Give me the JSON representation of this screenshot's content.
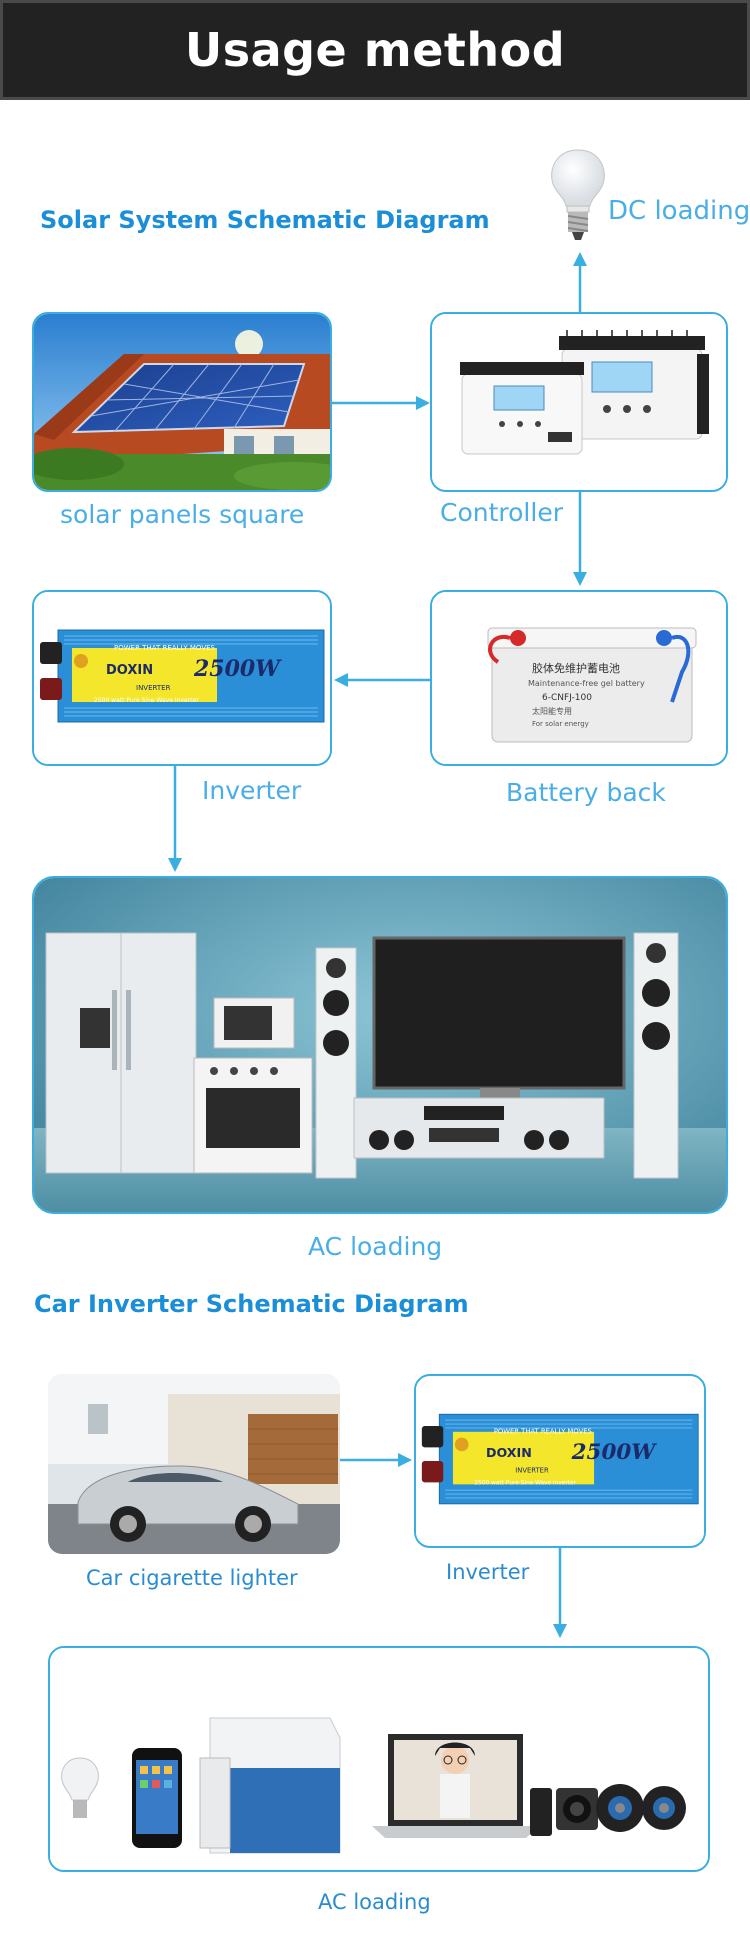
{
  "header": {
    "title": "Usage method"
  },
  "solar": {
    "title": "Solar System Schematic Diagram",
    "dc_loading": "DC loading",
    "panels": "solar panels square",
    "controller": "Controller",
    "inverter": "Inverter",
    "battery": "Battery back",
    "ac_loading": "AC loading"
  },
  "car": {
    "title": "Car Inverter Schematic Diagram",
    "lighter": "Car cigarette lighter",
    "inverter": "Inverter",
    "ac_loading": "AC loading"
  },
  "product": {
    "brand": "DOXIN",
    "power": "2500W",
    "tagline": "POWER THAT REALLY MOVES",
    "type": "INVERTER",
    "subline": "2500 watt Pure Sine Wave Inverter"
  },
  "battery_label": {
    "line1": "胶体免维护蓄电池",
    "line2": "Maintenance-free gel battery",
    "line3": "6-CNFJ-100",
    "line4": "太阳能专用",
    "line5": "For solar energy"
  },
  "colors": {
    "accent": "#3aaee0",
    "title_blue": "#1a8ed8",
    "header_bg": "#222222"
  }
}
